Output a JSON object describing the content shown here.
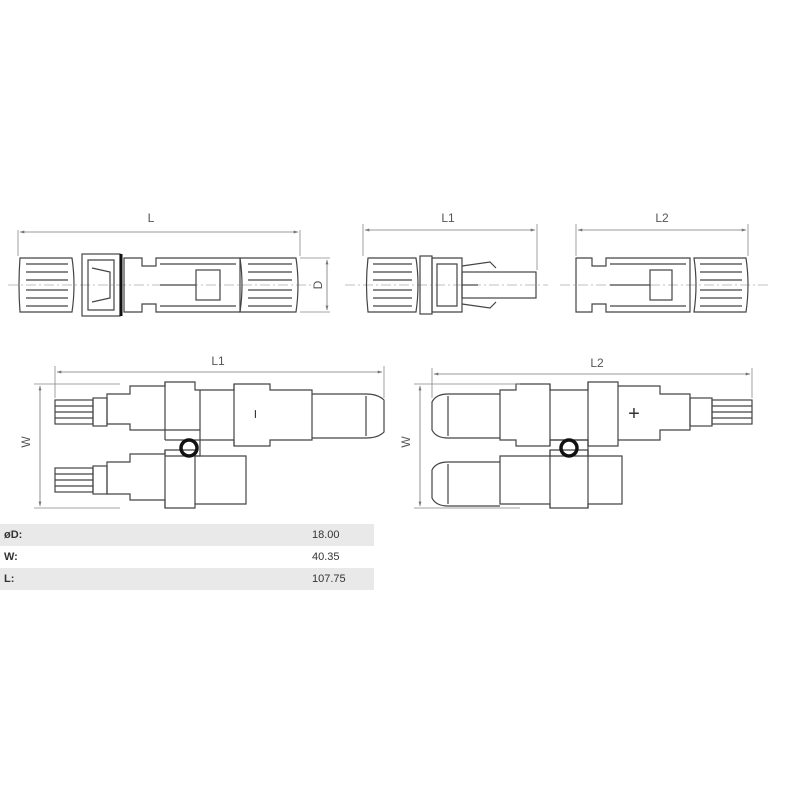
{
  "dimension_labels": {
    "top_left": "L",
    "top_left_side": "D",
    "top_middle": "L1",
    "top_right": "L2",
    "bottom_left_length": "L1",
    "bottom_left_width": "W",
    "bottom_right_length": "L2",
    "bottom_right_width": "W"
  },
  "polarity": {
    "minus": "−",
    "plus": "+"
  },
  "specs": [
    {
      "label": "øD:",
      "value": "18.00"
    },
    {
      "label": "W:",
      "value": "40.35"
    },
    {
      "label": "L:",
      "value": "107.75"
    }
  ]
}
